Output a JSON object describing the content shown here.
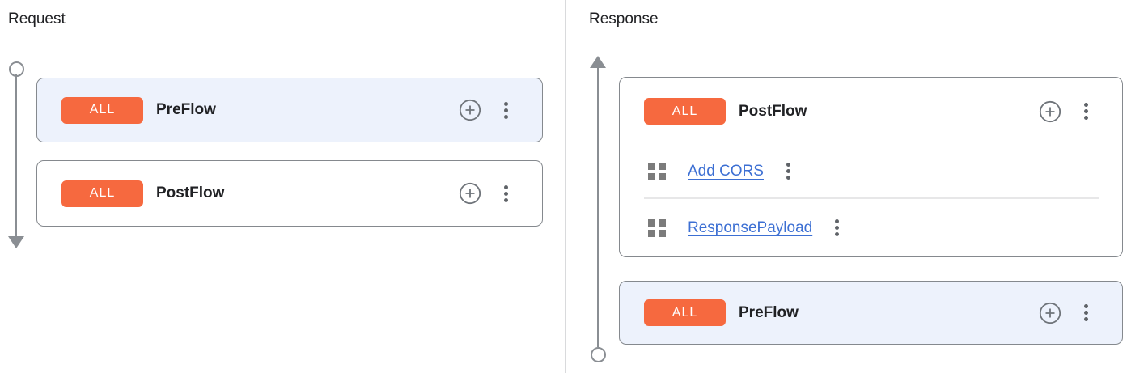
{
  "app": {
    "name": "api-proxy-flow-editor"
  },
  "colors": {
    "badge_bg": "#f6693f",
    "badge_text": "#ffffff",
    "highlight_card_bg": "#edf2fc",
    "card_border": "#85898e",
    "link_blue": "#3c6fd3",
    "text": "#202124",
    "icon_gray": "#5f6368",
    "rail_gray": "#8a8e93",
    "divider": "#d9dadc"
  },
  "request_panel": {
    "title": "Request",
    "flow_direction": "down",
    "cards": [
      {
        "badge": "ALL",
        "name": "PreFlow",
        "highlighted": true,
        "policies": []
      },
      {
        "badge": "ALL",
        "name": "PostFlow",
        "highlighted": false,
        "policies": []
      }
    ]
  },
  "response_panel": {
    "title": "Response",
    "flow_direction": "up",
    "cards": [
      {
        "badge": "ALL",
        "name": "PostFlow",
        "highlighted": false,
        "policies": [
          {
            "label": "Add CORS"
          },
          {
            "label": "ResponsePayload"
          }
        ]
      },
      {
        "badge": "ALL",
        "name": "PreFlow",
        "highlighted": true,
        "policies": []
      }
    ]
  },
  "icons": {
    "add_step": "plus-circle-icon",
    "more_options": "kebab-menu-icon",
    "policy": "policy-grid-icon",
    "flow_start": "circle-node-icon",
    "flow_direction": "arrow-icon"
  }
}
